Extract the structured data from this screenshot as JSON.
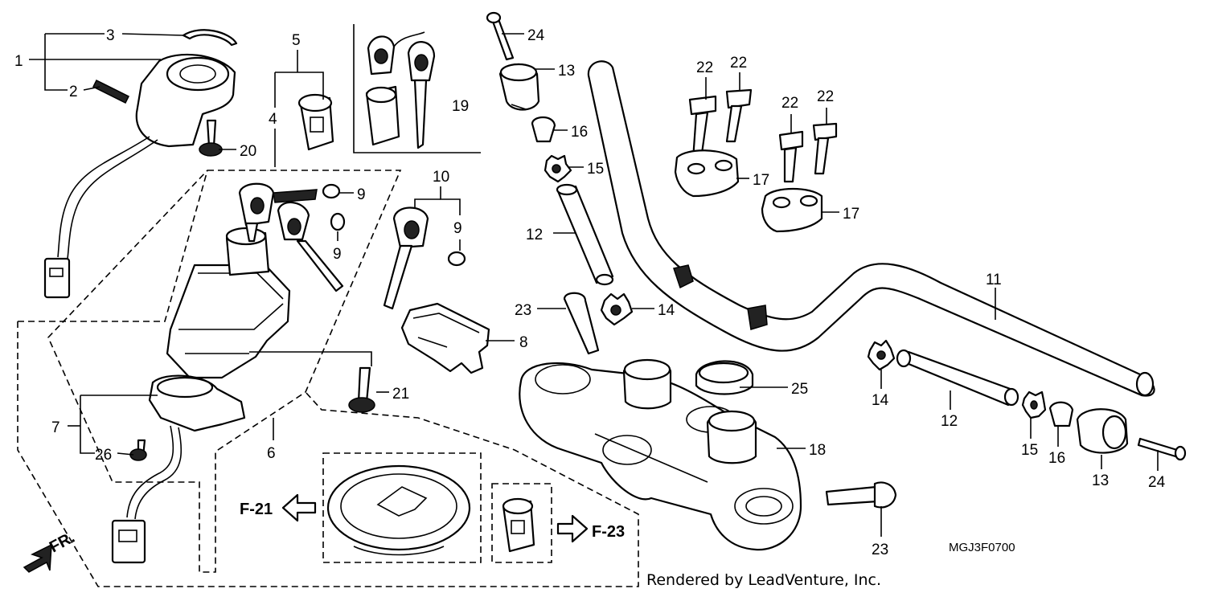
{
  "callouts": {
    "c1": "1",
    "c2": "2",
    "c3": "3",
    "c4": "4",
    "c5": "5",
    "c6": "6",
    "c7": "7",
    "c8": "8",
    "c9a": "9",
    "c9b": "9",
    "c9c": "9",
    "c10": "10",
    "c11": "11",
    "c12a": "12",
    "c12b": "12",
    "c13a": "13",
    "c13b": "13",
    "c14a": "14",
    "c14b": "14",
    "c15a": "15",
    "c15b": "15",
    "c16a": "16",
    "c16b": "16",
    "c17a": "17",
    "c17b": "17",
    "c18": "18",
    "c19": "19",
    "c20": "20",
    "c21": "21",
    "c22a": "22",
    "c22b": "22",
    "c22c": "22",
    "c22d": "22",
    "c23a": "23",
    "c23b": "23",
    "c24a": "24",
    "c24b": "24",
    "c25": "25",
    "c26": "26"
  },
  "references": {
    "left": "F-21",
    "right": "F-23"
  },
  "orientation_label": "FR.",
  "diagram_code": "MGJ3F0700",
  "credit": "Rendered by LeadVenture, Inc.",
  "colors": {
    "line": "#000000",
    "background": "#ffffff"
  }
}
